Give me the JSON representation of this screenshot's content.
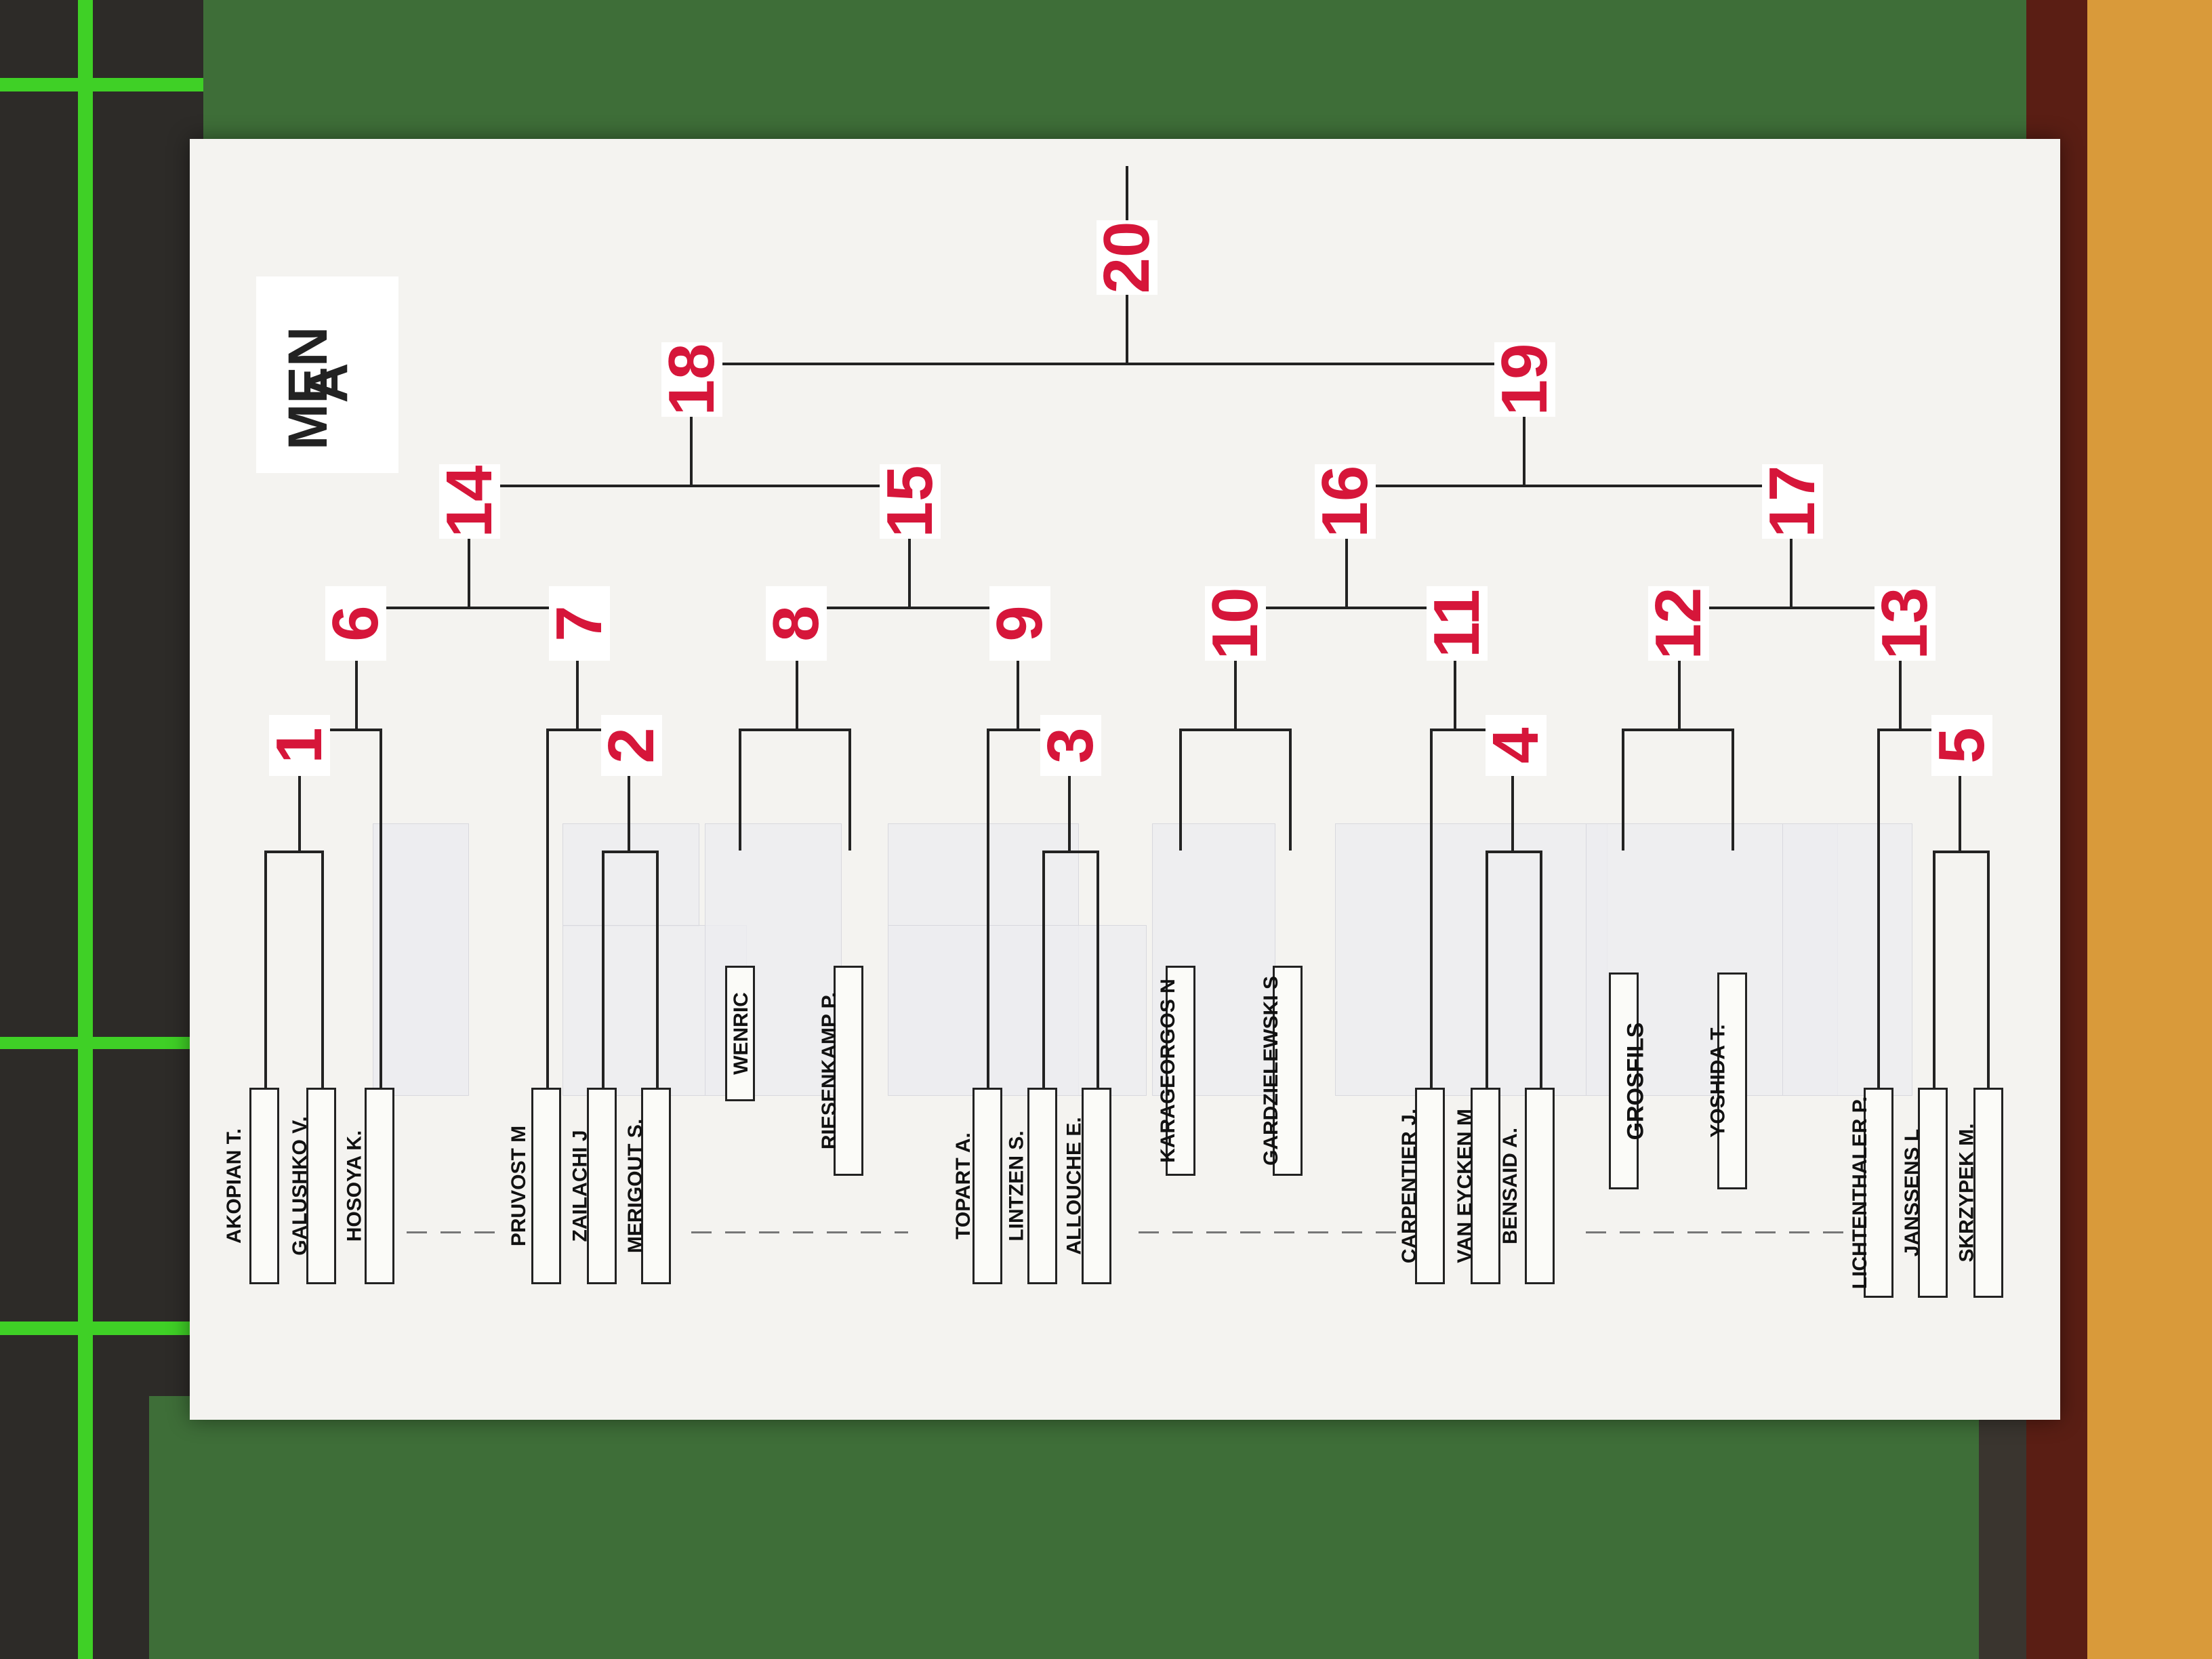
{
  "title": {
    "line1": "MEN",
    "line2": "A"
  },
  "matches": {
    "m1": "1",
    "m2": "2",
    "m3": "3",
    "m4": "4",
    "m5": "5",
    "m6": "6",
    "m7": "7",
    "m8": "8",
    "m9": "9",
    "m10": "10",
    "m11": "11",
    "m12": "12",
    "m13": "13",
    "m14": "14",
    "m15": "15",
    "m16": "16",
    "m17": "17",
    "m18": "18",
    "m19": "19",
    "m20": "20"
  },
  "players": [
    "AKOPIAN  T.",
    "GALUSHKO  V.",
    "HOSOYA  K.",
    "PRUVOST  M",
    "ZAILACHI J",
    "MERIGOUT  S.",
    "WENRIC",
    "RIESENKAMP  P.",
    "TOPART  A.",
    "LINTZEN  S.",
    "ALLOUCHE  E.",
    "KARAGEORGOS  N",
    "GARDZIELEWSKI  S",
    "CARPENTIER  J.",
    "VAN EYCKEN  M",
    "BENSAID  A.",
    "GROSFILS",
    "YOSHIDA  T.",
    "LICHTENTHALER  P.",
    "JANSSENS  L",
    "SKRZYPEK  M."
  ]
}
